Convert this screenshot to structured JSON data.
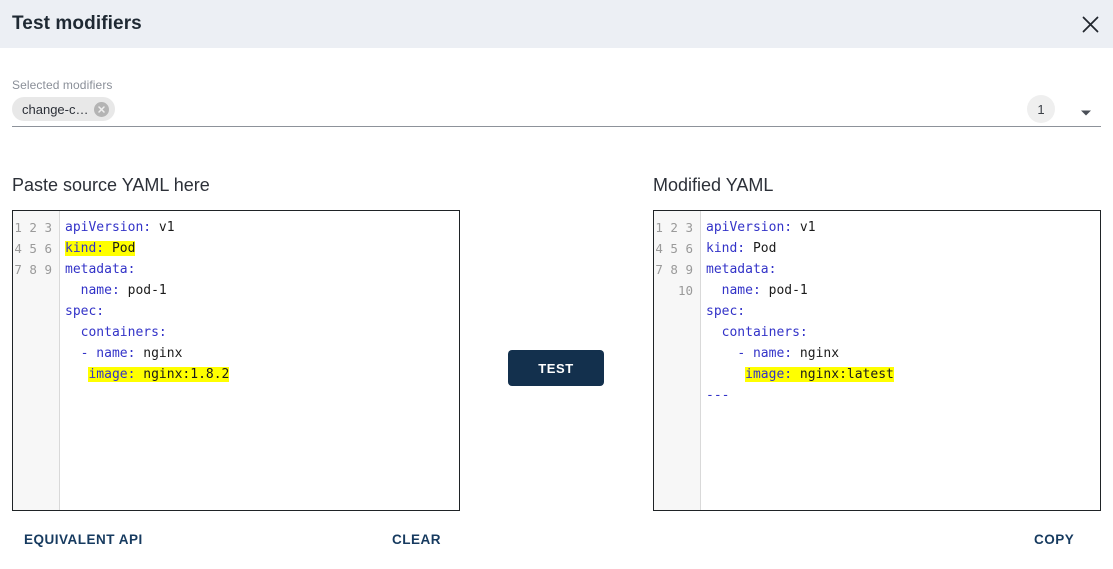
{
  "header": {
    "title": "Test modifiers",
    "close_icon": "close-icon"
  },
  "modifiers": {
    "label": "Selected modifiers",
    "chips": [
      {
        "label": "change-c…",
        "remove_icon": "remove-circle-icon"
      }
    ],
    "count": "1",
    "dropdown_icon": "chevron-down-icon"
  },
  "source_panel": {
    "title": "Paste source YAML here",
    "line_numbers": [
      "1",
      "2",
      "3",
      "4",
      "5",
      "6",
      "7",
      "8",
      "9"
    ],
    "lines": [
      {
        "n": "1",
        "key": "apiVersion:",
        "value": " v1",
        "indent": "",
        "highlight": false
      },
      {
        "n": "2",
        "key": "kind:",
        "value": " Pod",
        "indent": "",
        "highlight": true
      },
      {
        "n": "3",
        "key": "metadata:",
        "value": "",
        "indent": "",
        "highlight": false
      },
      {
        "n": "4",
        "key": "name:",
        "value": " pod-1",
        "indent": "  ",
        "highlight": false
      },
      {
        "n": "5",
        "key": "spec:",
        "value": "",
        "indent": "",
        "highlight": false
      },
      {
        "n": "6",
        "key": "containers:",
        "value": "",
        "indent": "  ",
        "highlight": false
      },
      {
        "n": "7",
        "key": "- name:",
        "value": " nginx",
        "indent": "  ",
        "highlight": false
      },
      {
        "n": "8",
        "key": "image:",
        "value": " nginx:1.8.2",
        "indent": "   ",
        "highlight": true
      },
      {
        "n": "9",
        "key": "",
        "value": "",
        "indent": "",
        "highlight": false
      }
    ]
  },
  "modified_panel": {
    "title": "Modified YAML",
    "line_numbers": [
      "1",
      "2",
      "3",
      "4",
      "5",
      "6",
      "7",
      "8",
      "9",
      "10"
    ],
    "lines": [
      {
        "n": "1",
        "key": "apiVersion:",
        "value": " v1",
        "indent": "",
        "highlight": false
      },
      {
        "n": "2",
        "key": "kind:",
        "value": " Pod",
        "indent": "",
        "highlight": false
      },
      {
        "n": "3",
        "key": "metadata:",
        "value": "",
        "indent": "",
        "highlight": false
      },
      {
        "n": "4",
        "key": "name:",
        "value": " pod-1",
        "indent": "  ",
        "highlight": false
      },
      {
        "n": "5",
        "key": "spec:",
        "value": "",
        "indent": "",
        "highlight": false
      },
      {
        "n": "6",
        "key": "containers:",
        "value": "",
        "indent": "  ",
        "highlight": false
      },
      {
        "n": "7",
        "key": "- name:",
        "value": " nginx",
        "indent": "    ",
        "highlight": false
      },
      {
        "n": "8",
        "key": "image:",
        "value": " nginx:latest",
        "indent": "     ",
        "highlight": true
      },
      {
        "n": "9",
        "key": "---",
        "value": "",
        "indent": "",
        "highlight": false
      },
      {
        "n": "10",
        "key": "",
        "value": "",
        "indent": "",
        "highlight": false
      }
    ]
  },
  "test_button": {
    "label": "TEST"
  },
  "actions": {
    "equivalent_api": "EQUIVALENT API",
    "clear": "CLEAR",
    "copy": "COPY"
  },
  "colors": {
    "header_bg": "#eceff4",
    "accent_dark": "#13304d",
    "link": "#163a5f",
    "yaml_key": "#3333c8",
    "highlight": "#ffff00"
  }
}
